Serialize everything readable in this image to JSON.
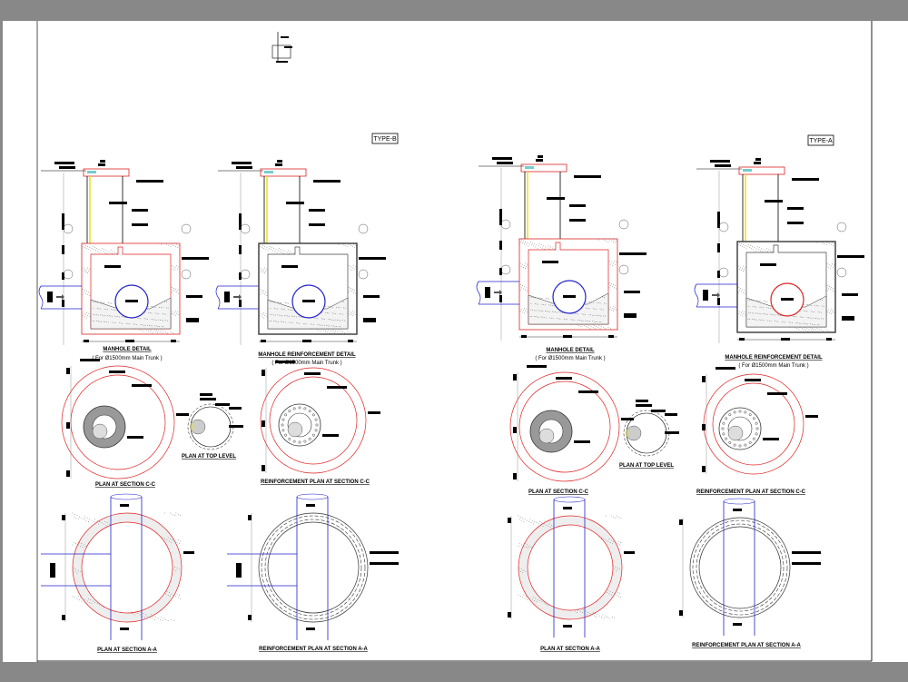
{
  "type_b": {
    "tag": "TYPE-B",
    "manhole_detail_title": "MANHOLE DETAIL",
    "manhole_detail_sub": "( For Ø1500mm Main Trunk )",
    "reinforcement_detail_title": "MANHOLE REINFORCEMENT DETAIL",
    "reinforcement_detail_sub": "( For Ø1500mm Main Trunk )",
    "plan_cc": "PLAN AT SECTION C-C",
    "plan_top": "PLAN AT TOP LEVEL",
    "reinf_plan_cc": "REINFORCEMENT PLAN AT SECTION C-C",
    "plan_aa": "PLAN AT SECTION A-A",
    "reinf_plan_aa": "REINFORCEMENT PLAN AT SECTION A-A"
  },
  "type_a": {
    "tag": "TYPE-A",
    "manhole_detail_title": "MANHOLE DETAIL",
    "manhole_detail_sub": "( For Ø1500mm Main Trunk )",
    "reinforcement_detail_title": "MANHOLE REINFORCEMENT DETAIL",
    "reinforcement_detail_sub": "( For Ø1500mm Main Trunk )",
    "plan_cc": "PLAN AT SECTION C-C",
    "plan_top": "PLAN AT TOP LEVEL",
    "reinf_plan_cc": "REINFORCEMENT PLAN AT SECTION C-C",
    "plan_aa": "PLAN AT SECTION A-A",
    "reinf_plan_aa": "REINFORCEMENT PLAN AT SECTION A-A"
  },
  "colors": {
    "pipe": "#2222cc",
    "wall": "#dd2222",
    "ladder": "#e8e020",
    "line": "#000000",
    "viewer_bg": "#888888"
  }
}
